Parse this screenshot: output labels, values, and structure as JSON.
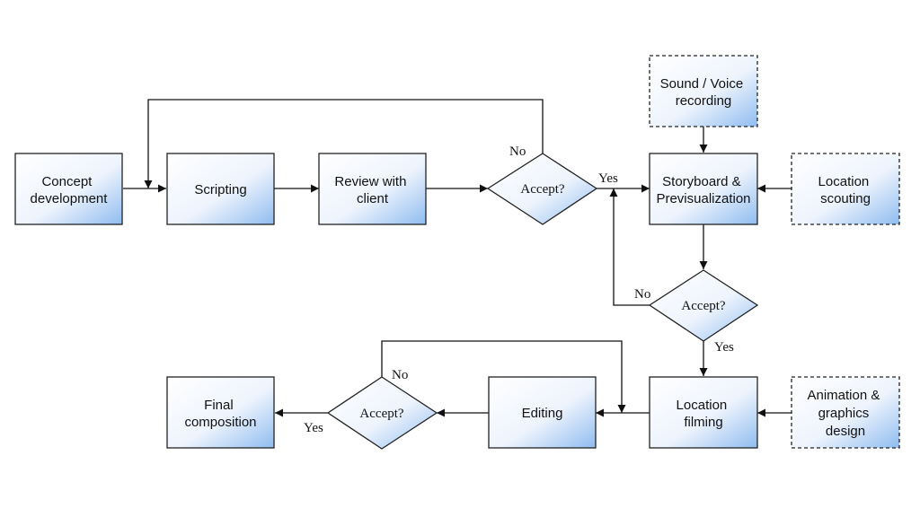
{
  "nodes": {
    "concept": [
      "Concept",
      "development"
    ],
    "scripting": [
      "Scripting"
    ],
    "review": [
      "Review with",
      "client"
    ],
    "accept1": [
      "Accept?"
    ],
    "storyboard": [
      "Storyboard &",
      "Previsualization"
    ],
    "sound": [
      "Sound / Voice",
      "recording"
    ],
    "location_scouting": [
      "Location",
      "scouting"
    ],
    "accept2": [
      "Accept?"
    ],
    "location_filming": [
      "Location",
      "filming"
    ],
    "animation": [
      "Animation &",
      "graphics",
      "design"
    ],
    "editing": [
      "Editing"
    ],
    "accept3": [
      "Accept?"
    ],
    "final": [
      "Final",
      "composition"
    ]
  },
  "labels": {
    "accept1_no": "No",
    "accept1_yes": "Yes",
    "accept2_no": "No",
    "accept2_yes": "Yes",
    "accept3_no": "No",
    "accept3_yes": "Yes"
  }
}
